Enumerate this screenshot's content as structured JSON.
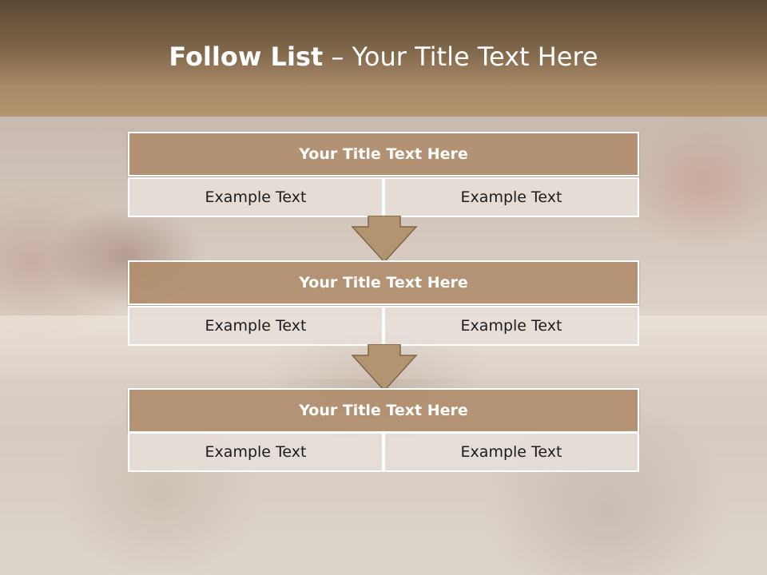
{
  "slide": {
    "title_bold": "Follow List",
    "title_rest": " – Your Title Text Here"
  },
  "rows": [
    {
      "title": "Your Title Text Here",
      "left": "Example Text",
      "right": "Example Text"
    },
    {
      "title": "Your Title Text Here",
      "left": "Example Text",
      "right": "Example Text"
    },
    {
      "title": "Your Title Text Here",
      "left": "Example Text",
      "right": "Example Text"
    }
  ],
  "colors": {
    "header": "#7d6448",
    "box_title": "#b08e6c",
    "box_cell": "#e6ded8",
    "arrow": "#b39471"
  }
}
